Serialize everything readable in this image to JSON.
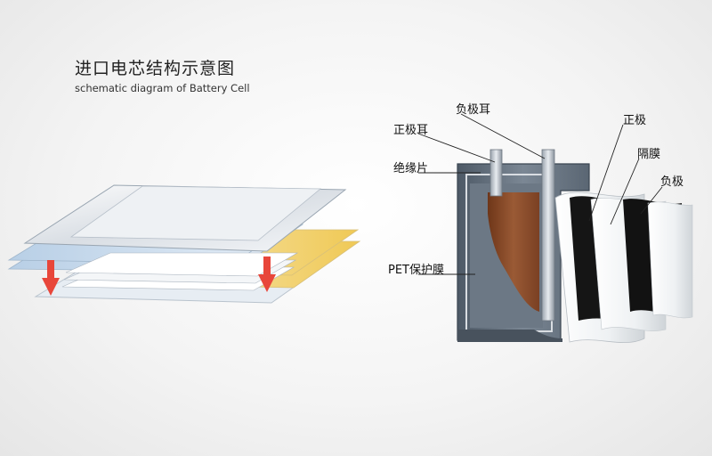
{
  "title": {
    "zh": "进口电芯结构示意图",
    "en": "schematic diagram of Battery Cell"
  },
  "labels": {
    "negative_tab": "负极耳",
    "positive_tab": "正极耳",
    "insulation_sheet": "绝缘片",
    "pet_film": "PET保护膜",
    "positive_electrode": "正极",
    "separator": "隔膜",
    "negative_electrode": "负极"
  },
  "colors": {
    "arrow": "#e8463a",
    "cathode": "#8a4a2c",
    "foil_yellow": "#f2d36a",
    "foil_blue": "#c9dcef",
    "electrode_black": "#141414",
    "pouch_gray": "#5c6a78"
  }
}
